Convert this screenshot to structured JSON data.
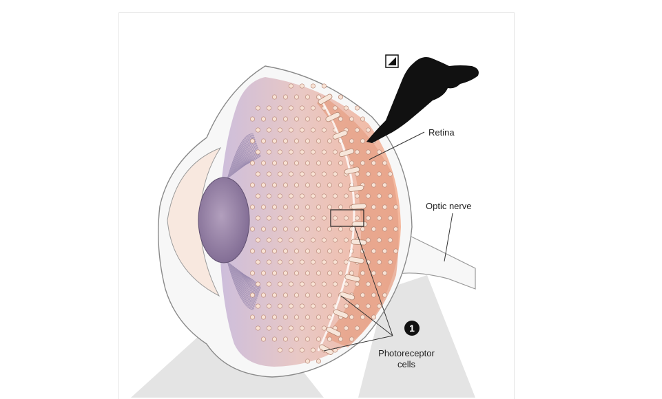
{
  "diagram": {
    "labels": {
      "retina": "Retina",
      "optic_nerve": "Optic nerve",
      "photoreceptor_line1": "Photoreceptor",
      "photoreceptor_line2": "cells",
      "step_number": "1"
    },
    "icons": {
      "bird": "bird-silhouette-icon",
      "small_square": "contrast-square-icon"
    },
    "colors": {
      "sclera": "#f7f7f7",
      "outline": "#8a8a8a",
      "lens": "#9a82a6",
      "vitreous_start": "#c9b8d6",
      "vitreous_end": "#f2c4ae",
      "retina": "#e8a68c",
      "cell": "#f6dccd",
      "cone_shadow": "#e3e3e3"
    }
  }
}
